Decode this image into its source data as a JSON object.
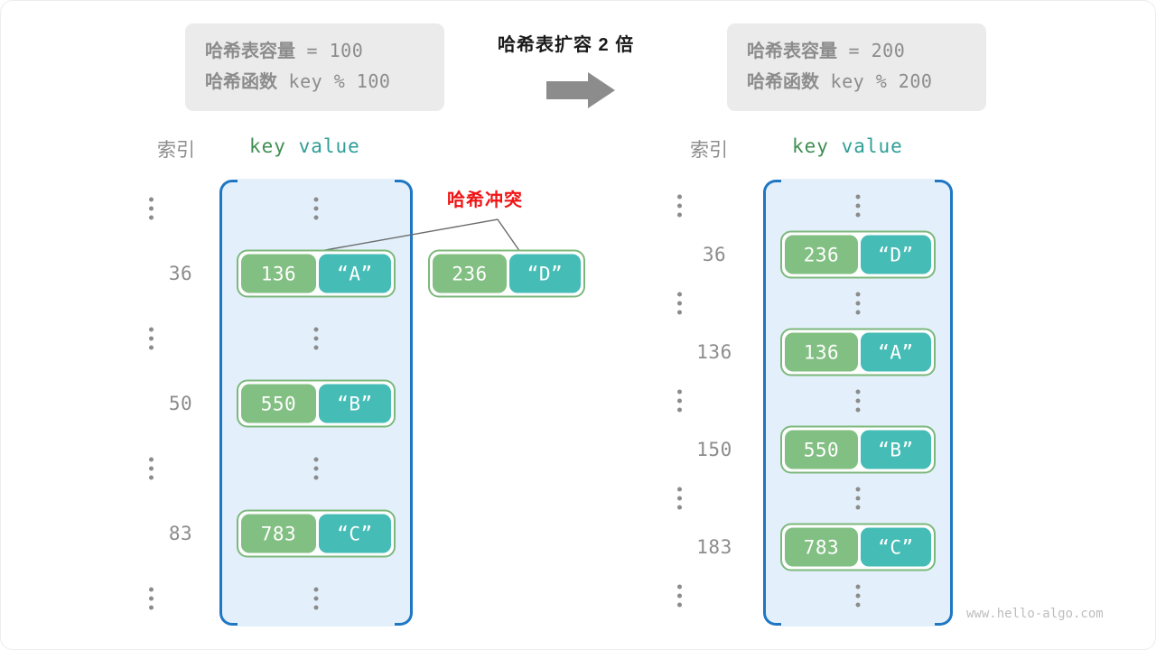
{
  "left_panel": {
    "info": {
      "capacity_label": "哈希表容量",
      "capacity_value": " = 100",
      "hash_label": "哈希函数",
      "hash_value": " key % 100"
    },
    "headers": {
      "index": "索引",
      "key": "key",
      "value": "value"
    },
    "rows": [
      {
        "index": "⋮",
        "type": "dots"
      },
      {
        "index": "36",
        "type": "pair",
        "key": "136",
        "value": "“A”"
      },
      {
        "index": "⋮",
        "type": "dots"
      },
      {
        "index": "50",
        "type": "pair",
        "key": "550",
        "value": "“B”"
      },
      {
        "index": "⋮",
        "type": "dots"
      },
      {
        "index": "83",
        "type": "pair",
        "key": "783",
        "value": "“C”"
      },
      {
        "index": "⋮",
        "type": "dots"
      }
    ]
  },
  "transition": {
    "caption": "哈希表扩容 2 倍",
    "arrow_icon": "right-arrow-icon"
  },
  "collision": {
    "label": "哈希冲突",
    "color": "#f01414",
    "overflow_entry": {
      "key": "236",
      "value": "“D”"
    }
  },
  "right_panel": {
    "info": {
      "capacity_label": "哈希表容量",
      "capacity_value": " = 200",
      "hash_label": "哈希函数",
      "hash_value": " key % 200"
    },
    "headers": {
      "index": "索引",
      "key": "key",
      "value": "value"
    },
    "rows": [
      {
        "index": "⋮",
        "type": "dots"
      },
      {
        "index": "36",
        "type": "pair",
        "key": "236",
        "value": "“D”"
      },
      {
        "index": "⋮",
        "type": "dots"
      },
      {
        "index": "136",
        "type": "pair",
        "key": "136",
        "value": "“A”"
      },
      {
        "index": "⋮",
        "type": "dots"
      },
      {
        "index": "150",
        "type": "pair",
        "key": "550",
        "value": "“B”"
      },
      {
        "index": "⋮",
        "type": "dots"
      },
      {
        "index": "183",
        "type": "pair",
        "key": "783",
        "value": "“C”"
      },
      {
        "index": "⋮",
        "type": "dots"
      }
    ]
  },
  "watermark": "www.hello-algo.com",
  "palette": {
    "key_cell": "#82bf82",
    "value_cell": "#45bcb5",
    "bucket_fill": "#e3f0fb",
    "bucket_border": "#1f77c4",
    "pair_border": "#7cb87c",
    "muted_text": "#8c8c8c",
    "info_bg": "#ebebeb"
  }
}
